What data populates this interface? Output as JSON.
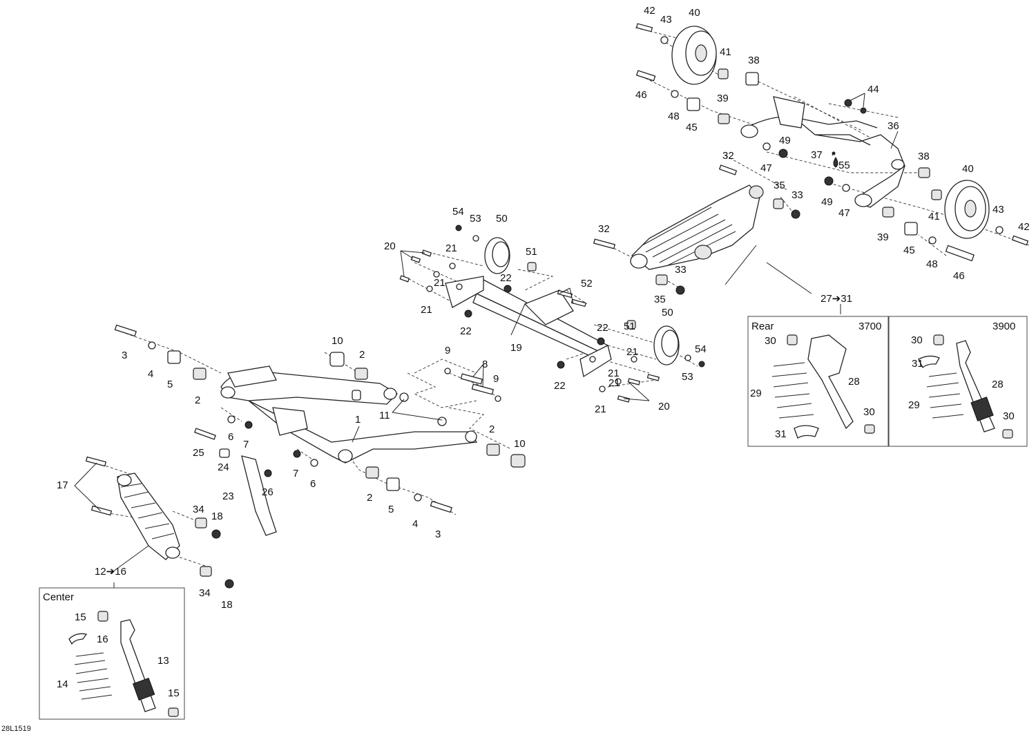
{
  "drawing_code": "28L1519",
  "boxes": {
    "center": {
      "title": "Center"
    },
    "rear_3700": {
      "title": "Rear",
      "model": "3700"
    },
    "rear_3900": {
      "model": "3900"
    }
  },
  "group_refs": {
    "center_shock": "12➔16",
    "rear_shock": "27➔31"
  },
  "callouts": {
    "c1": "1",
    "c2a": "2",
    "c2b": "2",
    "c2c": "2",
    "c2d": "2",
    "c3a": "3",
    "c3b": "3",
    "c4a": "4",
    "c4b": "4",
    "c5a": "5",
    "c5b": "5",
    "c6a": "6",
    "c6b": "6",
    "c7a": "7",
    "c7b": "7",
    "c8": "8",
    "c9a": "9",
    "c9b": "9",
    "c10a": "10",
    "c10b": "10",
    "c11": "11",
    "c13": "13",
    "c14": "14",
    "c15a": "15",
    "c15b": "15",
    "c16": "16",
    "c17": "17",
    "c18a": "18",
    "c18b": "18",
    "c19": "19",
    "c20a": "20",
    "c20b": "20",
    "c21a": "21",
    "c21b": "21",
    "c21c": "21",
    "c21d": "21",
    "c21e": "21",
    "c21f": "21",
    "c22a": "22",
    "c22b": "22",
    "c22c": "22",
    "c22d": "22",
    "c23": "23",
    "c24": "24",
    "c25": "25",
    "c26": "26",
    "c28a": "28",
    "c28b": "28",
    "c29a": "29",
    "c29b": "29",
    "c30a": "30",
    "c30b": "30",
    "c30c": "30",
    "c30d": "30",
    "c31a": "31",
    "c31b": "31",
    "c32a": "32",
    "c32b": "32",
    "c33a": "33",
    "c33b": "33",
    "c34a": "34",
    "c34b": "34",
    "c35a": "35",
    "c35b": "35",
    "c36": "36",
    "c37": "37",
    "c38a": "38",
    "c38b": "38",
    "c39a": "39",
    "c39b": "39",
    "c40a": "40",
    "c40b": "40",
    "c41a": "41",
    "c41b": "41",
    "c42a": "42",
    "c42b": "42",
    "c43a": "43",
    "c43b": "43",
    "c44": "44",
    "c45a": "45",
    "c45b": "45",
    "c46a": "46",
    "c46b": "46",
    "c47a": "47",
    "c47b": "47",
    "c48a": "48",
    "c48b": "48",
    "c49a": "49",
    "c49b": "49",
    "c50a": "50",
    "c50b": "50",
    "c51a": "51",
    "c51b": "51",
    "c52": "52",
    "c53a": "53",
    "c53b": "53",
    "c54a": "54",
    "c54b": "54",
    "c55": "55"
  }
}
